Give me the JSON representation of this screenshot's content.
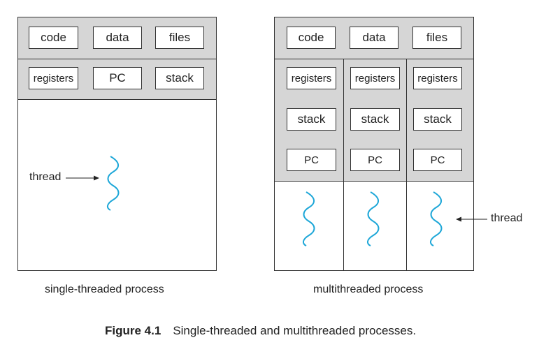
{
  "single": {
    "row1": [
      "code",
      "data",
      "files"
    ],
    "row2": [
      "registers",
      "PC",
      "stack"
    ],
    "thread_label": "thread",
    "caption": "single-threaded process"
  },
  "multi": {
    "row1": [
      "code",
      "data",
      "files"
    ],
    "threads": [
      {
        "registers": "registers",
        "stack": "stack",
        "pc": "PC"
      },
      {
        "registers": "registers",
        "stack": "stack",
        "pc": "PC"
      },
      {
        "registers": "registers",
        "stack": "stack",
        "pc": "PC"
      }
    ],
    "thread_label": "thread",
    "caption": "multithreaded process"
  },
  "figure": {
    "number": "Figure 4.1",
    "title": "Single-threaded and multithreaded processes."
  },
  "colors": {
    "thread_wave": "#1ea7d8",
    "band_fill": "#d6d6d6",
    "border": "#333333"
  }
}
